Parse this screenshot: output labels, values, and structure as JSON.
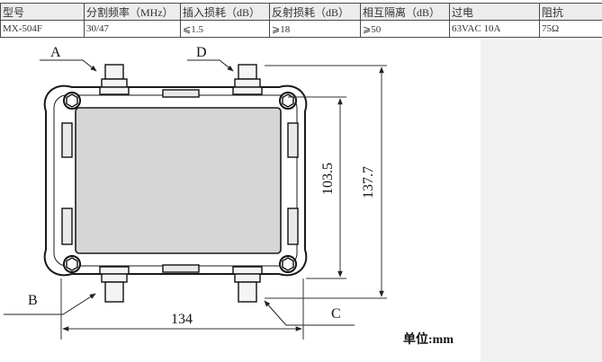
{
  "spec_table": {
    "headers": [
      "型号",
      "分割频率（MHz）",
      "插入损耗（dB）",
      "反射损耗（dB）",
      "相互隔离（dB）",
      "过电",
      "阻抗"
    ],
    "row": [
      "MX-504F",
      "30/47",
      "⩽1.5",
      "⩾18",
      "⩾50",
      "63VAC 10A",
      "75Ω"
    ]
  },
  "drawing": {
    "port_labels": {
      "a": "A",
      "b": "B",
      "c": "C",
      "d": "D"
    },
    "dimensions": {
      "width": "134",
      "height_inner": "103.5",
      "height_outer": "137.7"
    },
    "unit_note": "单位:mm"
  }
}
